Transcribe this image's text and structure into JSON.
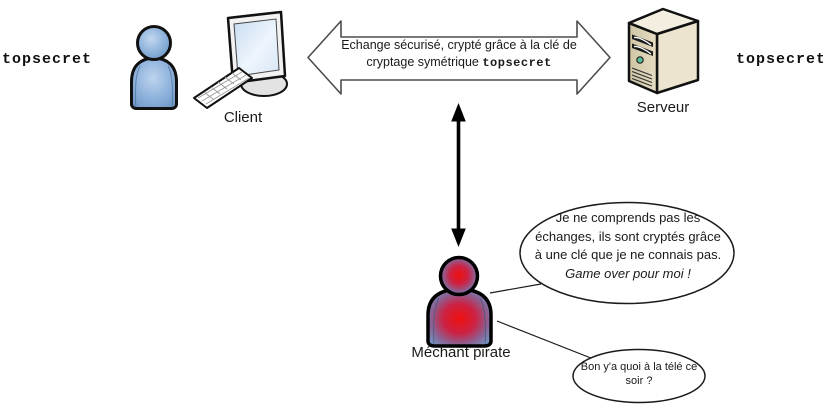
{
  "labels": {
    "client": "Client",
    "server": "Serveur",
    "pirate": "Méchant pirate"
  },
  "keys": {
    "left": "topsecret",
    "right": "topsecret"
  },
  "exchange_arrow": {
    "line1": "Echange sécurisé, crypté grâce à la clé de",
    "line2_prefix": "cryptage symétrique ",
    "key": "topsecret"
  },
  "bubbles": {
    "main": {
      "line1": "Je ne comprends pas les",
      "line2": "échanges, ils sont cryptés grâce",
      "line3": "à une clé que je ne connais pas.",
      "line4": "Game over pour moi !"
    },
    "tv": {
      "line1": "Bon y'a quoi à la télé ce",
      "line2": "soir ?"
    }
  },
  "colors": {
    "person_blue": "#7ba7d4",
    "pirate_red": "#e01111",
    "server_beige": "#e6ddc2",
    "arrow_outline": "#4d4d4d",
    "screen_blue": "#d6e6f5"
  }
}
